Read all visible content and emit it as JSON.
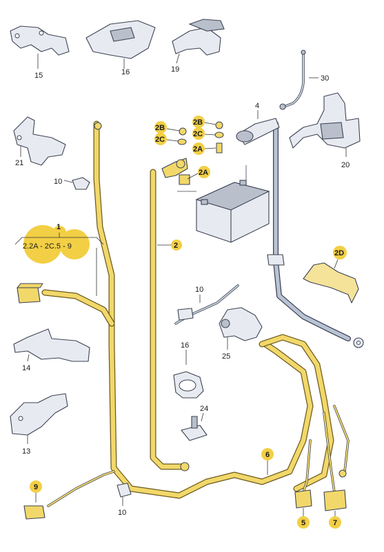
{
  "labels": {
    "p1": "1",
    "p1_range": "2.2A - 2C.5 - 9",
    "p2": "2",
    "p2a_upper": "2A",
    "p2a_lower": "2A",
    "p2b_left": "2B",
    "p2b_right": "2B",
    "p2c_left": "2C",
    "p2c_right": "2C",
    "p2d": "2D",
    "p4": "4",
    "p5": "5",
    "p6": "6",
    "p7": "7",
    "p9": "9",
    "p10_top": "10",
    "p10_mid": "10",
    "p10_bot": "10",
    "p13": "13",
    "p14": "14",
    "p15": "15",
    "p16_top": "16",
    "p16_mid": "16",
    "p19": "19",
    "p20": "20",
    "p21": "21",
    "p24": "24",
    "p25": "25",
    "p30": "30"
  },
  "colors": {
    "callout_fill": "#f2cf45",
    "cable_yellow": "#f2d86a",
    "cable_grey": "#b9c3d3",
    "line": "#3b4252"
  }
}
